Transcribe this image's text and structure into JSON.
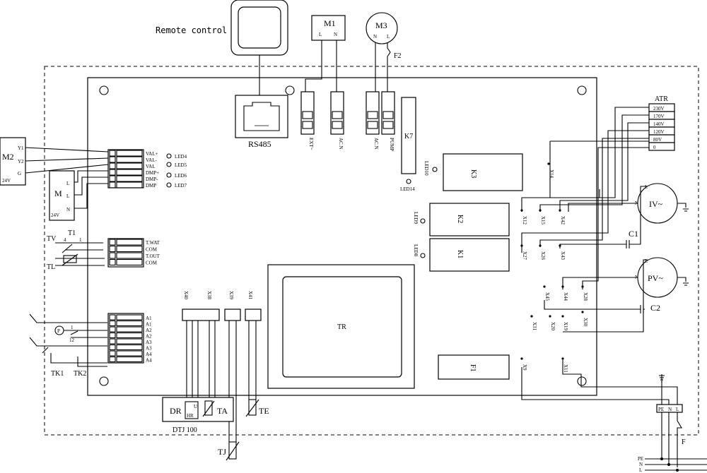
{
  "remote": {
    "label": "Remote control",
    "rs485": "RS485"
  },
  "motors": {
    "m1": "M1",
    "m1_l": "L",
    "m1_n": "N",
    "m3": "M3",
    "m3_n": "N",
    "m3_l": "L",
    "f2": "F2"
  },
  "relays": {
    "ext": "EXT~",
    "acn1": "AC.N",
    "acn2": "AC.N",
    "pump": "PUMP",
    "k7": "K7",
    "k3": "K3",
    "k2": "K2",
    "k1": "K1",
    "tr": "TR",
    "f1": "F1"
  },
  "leds": {
    "led4": "LED4",
    "led5": "LED5",
    "led6": "LED6",
    "led7": "LED7",
    "led10": "LED10",
    "led14": "LED14",
    "led9": "LED9",
    "led8": "LED8"
  },
  "valve_terminals": [
    "VAL+",
    "VAL-",
    "VAL",
    "DMP+",
    "DMP-",
    "DMP"
  ],
  "m2": {
    "name": "M2",
    "y1": "Y1",
    "y2": "Y2",
    "g": "G",
    "v": "24V"
  },
  "m": {
    "name": "M",
    "l1": "L",
    "l2": "L",
    "n": "N",
    "v": "24V"
  },
  "temp_terminals": [
    "T.WAT",
    "COM",
    "T.OUT",
    "COM"
  ],
  "tv": "TV",
  "t1": "T1",
  "tl": "TL",
  "t1_pin4": "4",
  "t1_pin1": "1",
  "input_terminals": [
    "A1",
    "A1",
    "A2",
    "A2",
    "A3",
    "A3",
    "A4",
    "A4"
  ],
  "p": "P",
  "p_pin1": "1",
  "p_pin12": "12",
  "tk1": "TK1",
  "tk2": "TK2",
  "connectors": {
    "x40": "X40",
    "x38": "X38",
    "x39": "X39",
    "x41": "X41"
  },
  "dtj": {
    "dr": "DR",
    "hr": "HR",
    "u": "U",
    "ta": "TA",
    "te": "TE",
    "name": "DTJ 100",
    "tj": "TJ"
  },
  "atr": {
    "title": "ATR",
    "taps": [
      "230V",
      "170V",
      "140V",
      "120V",
      "80V",
      "0"
    ]
  },
  "xlabels": {
    "x14": "X14",
    "x12": "X12",
    "x15": "X15",
    "x42": "X42",
    "x27": "X27",
    "x26": "X26",
    "x43": "X43",
    "x45": "X45",
    "x44": "X44",
    "x28": "X28",
    "x31": "X31",
    "x20": "X20",
    "x19": "X19",
    "x30": "X30",
    "x9": "X9",
    "x11": "X11"
  },
  "fans": {
    "iv": "IV~",
    "pv": "PV~",
    "l1": "L",
    "n1": "N",
    "l2": "L",
    "n2": "N",
    "c1": "C1",
    "c2": "C2"
  },
  "mains": {
    "pe": "PE",
    "n": "N",
    "l": "L",
    "pe2": "PE",
    "n2": "N",
    "l2": "L",
    "f": "F"
  },
  "colors": {
    "line": "#000000",
    "background": "#ffffff",
    "relay_block": "#ffffff"
  }
}
